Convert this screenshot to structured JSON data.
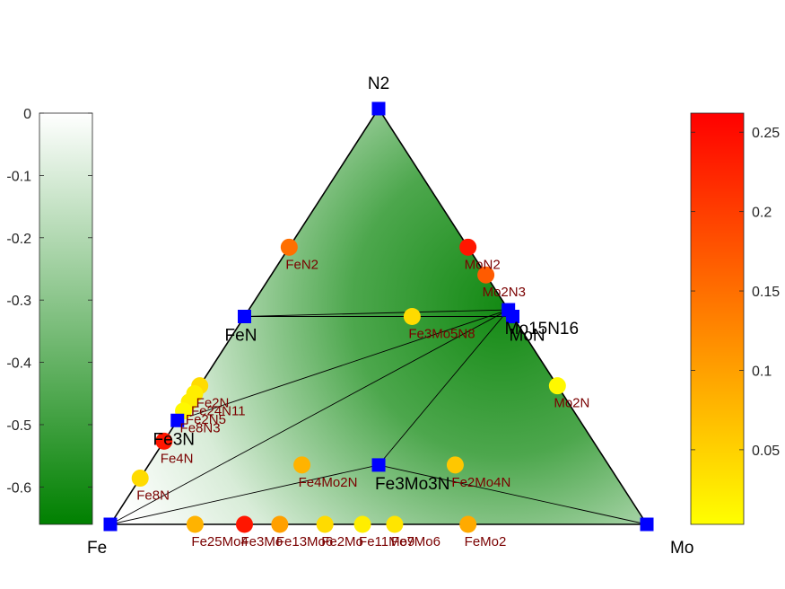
{
  "chart_data": {
    "type": "scatter",
    "title": "",
    "vertices": [
      "Fe",
      "Mo",
      "N2"
    ],
    "left_colorbar": {
      "ticks": [
        "0",
        "-0.1",
        "-0.2",
        "-0.3",
        "-0.4",
        "-0.5",
        "-0.6"
      ],
      "range": [
        -0.66,
        0
      ],
      "colors": [
        "#ffffff",
        "#008000"
      ]
    },
    "right_colorbar": {
      "ticks": [
        "0.25",
        "0.2",
        "0.15",
        "0.1",
        "0.05"
      ],
      "range": [
        0.003,
        0.262
      ],
      "colors": [
        "#ffff00",
        "#ff8000",
        "#ff0000"
      ]
    },
    "stable": [
      {
        "name": "Fe",
        "fe": 1,
        "mo": 0,
        "n": 0,
        "energy": 0
      },
      {
        "name": "Mo",
        "fe": 0,
        "mo": 1,
        "n": 0,
        "energy": 0
      },
      {
        "name": "N2",
        "fe": 0,
        "mo": 0,
        "n": 1,
        "energy": 0
      },
      {
        "name": "FeN",
        "fe": 0.5,
        "mo": 0,
        "n": 0.5,
        "energy": -0.32
      },
      {
        "name": "Fe3N",
        "fe": 0.75,
        "mo": 0,
        "n": 0.25,
        "energy": -0.5
      },
      {
        "name": "MoN",
        "fe": 0,
        "mo": 0.5,
        "n": 0.5,
        "energy": -0.66
      },
      {
        "name": "Mo15N16",
        "fe": 0,
        "mo": 0.4839,
        "n": 0.5161,
        "energy": -0.65
      },
      {
        "name": "Fe3Mo3N",
        "fe": 0.4286,
        "mo": 0.4286,
        "n": 0.1429,
        "energy": -0.57
      }
    ],
    "unstable": [
      {
        "name": "FeN2",
        "fe": 0.3333,
        "mo": 0,
        "n": 0.6667,
        "e_above_hull": 0.15
      },
      {
        "name": "MoN2",
        "fe": 0,
        "mo": 0.3333,
        "n": 0.6667,
        "e_above_hull": 0.24
      },
      {
        "name": "Mo2N3",
        "fe": 0,
        "mo": 0.4,
        "n": 0.6,
        "e_above_hull": 0.17
      },
      {
        "name": "Fe3Mo5N8",
        "fe": 0.1875,
        "mo": 0.3125,
        "n": 0.5,
        "e_above_hull": 0.04
      },
      {
        "name": "Mo2N",
        "fe": 0,
        "mo": 0.6667,
        "n": 0.3333,
        "e_above_hull": 0.01
      },
      {
        "name": "Fe2N",
        "fe": 0.6667,
        "mo": 0,
        "n": 0.3333,
        "e_above_hull": 0.04
      },
      {
        "name": "Fe24N11",
        "fe": 0.6857,
        "mo": 0,
        "n": 0.3143,
        "e_above_hull": 0.02
      },
      {
        "name": "Fe2N5",
        "fe": 0.7059,
        "mo": 0,
        "n": 0.2941,
        "e_above_hull": 0.02
      },
      {
        "name": "Fe8N3",
        "fe": 0.7273,
        "mo": 0,
        "n": 0.2727,
        "e_above_hull": 0.01
      },
      {
        "name": "Fe4N",
        "fe": 0.8,
        "mo": 0,
        "n": 0.2,
        "e_above_hull": 0.24
      },
      {
        "name": "Fe8N",
        "fe": 0.8889,
        "mo": 0,
        "n": 0.1111,
        "e_above_hull": 0.04
      },
      {
        "name": "Fe4Mo2N",
        "fe": 0.5714,
        "mo": 0.2857,
        "n": 0.1429,
        "e_above_hull": 0.08
      },
      {
        "name": "Fe2Mo4N",
        "fe": 0.2857,
        "mo": 0.5714,
        "n": 0.1429,
        "e_above_hull": 0.06
      },
      {
        "name": "Fe25Mo4",
        "fe": 0.8421,
        "mo": 0.1579,
        "n": 0,
        "e_above_hull": 0.08
      },
      {
        "name": "Fe3Mo",
        "fe": 0.75,
        "mo": 0.25,
        "n": 0,
        "e_above_hull": 0.24
      },
      {
        "name": "Fe13Mo6",
        "fe": 0.6842,
        "mo": 0.3158,
        "n": 0,
        "e_above_hull": 0.1
      },
      {
        "name": "Fe2Mo",
        "fe": 0.6,
        "mo": 0.4,
        "n": 0,
        "e_above_hull": 0.04
      },
      {
        "name": "Fe11Mo9",
        "fe": 0.53,
        "mo": 0.47,
        "n": 0,
        "e_above_hull": 0.02
      },
      {
        "name": "Fe7Mo6",
        "fe": 0.47,
        "mo": 0.53,
        "n": 0,
        "e_above_hull": 0.03
      },
      {
        "name": "FeMo2",
        "fe": 0.3333,
        "mo": 0.6667,
        "n": 0,
        "e_above_hull": 0.09
      }
    ],
    "tie_lines": [
      [
        "Fe",
        "Mo"
      ],
      [
        "Fe",
        "N2"
      ],
      [
        "Mo",
        "N2"
      ],
      [
        "FeN",
        "Mo15N16"
      ],
      [
        "FeN",
        "MoN"
      ],
      [
        "Fe3N",
        "FeN"
      ],
      [
        "Fe3N",
        "Mo15N16"
      ],
      [
        "Fe3N",
        "Fe"
      ],
      [
        "Fe",
        "Mo15N16"
      ],
      [
        "Fe",
        "Fe3Mo3N"
      ],
      [
        "Fe3Mo3N",
        "Mo15N16"
      ],
      [
        "Fe3Mo3N",
        "Mo"
      ],
      [
        "MoN",
        "Mo15N16"
      ]
    ]
  }
}
